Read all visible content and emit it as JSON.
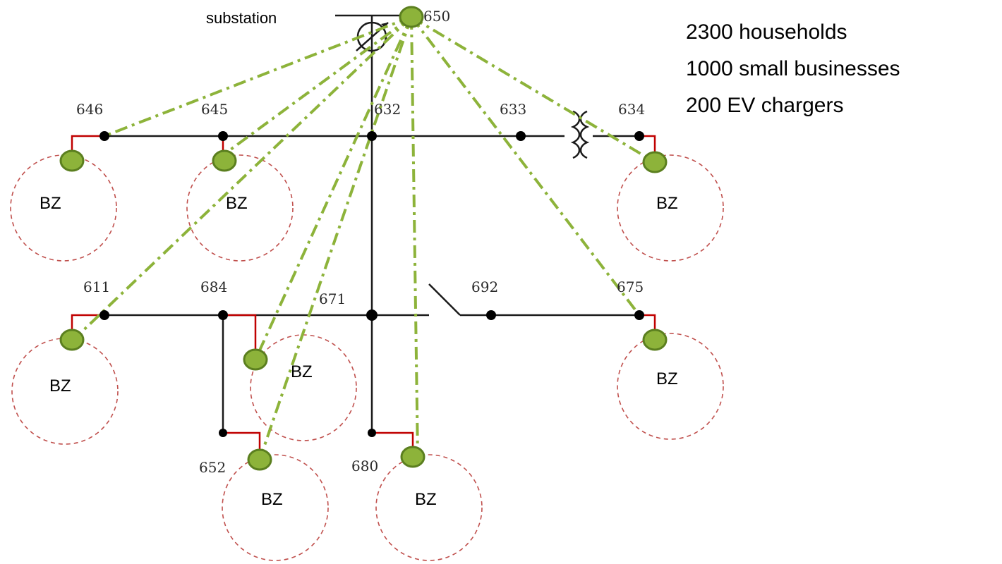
{
  "diagram": {
    "substation_label": "substation",
    "node_labels": {
      "n650": "650",
      "n646": "646",
      "n645": "645",
      "n632": "632",
      "n633": "633",
      "n634": "634",
      "n611": "611",
      "n684": "684",
      "n671": "671",
      "n692": "692",
      "n675": "675",
      "n652": "652",
      "n680": "680"
    },
    "zone_label": "BZ",
    "stats": [
      "2300 households",
      "1000 small businesses",
      "200 EV chargers"
    ]
  },
  "colors": {
    "comm_link": "#8db33a",
    "meter": "#8db33a",
    "feeder": "#c00000",
    "zone_border": "#c0504d",
    "bus": "#1a1a1a"
  }
}
